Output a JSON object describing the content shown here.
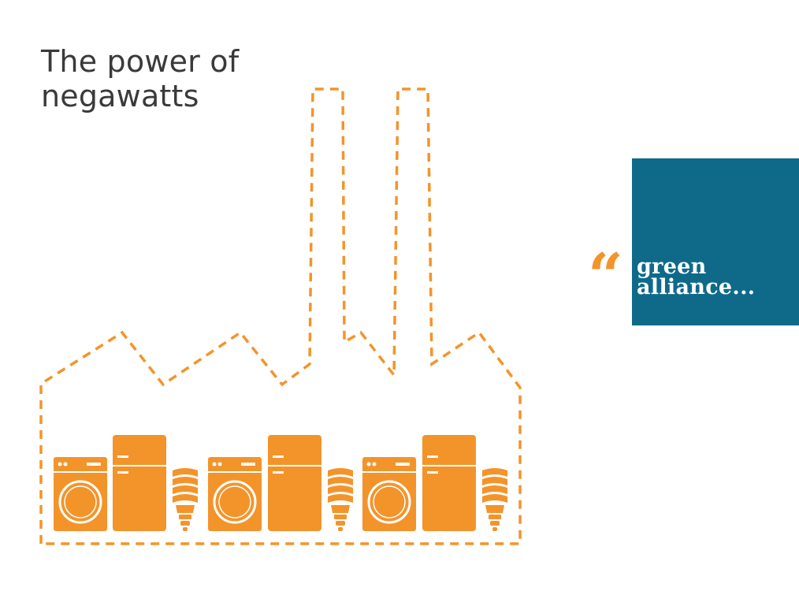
{
  "title": {
    "line1": "The power of",
    "line2": "negawatts"
  },
  "logo": {
    "quote_mark": "“",
    "line1": "green",
    "line2": "alliance..."
  },
  "colors": {
    "accent_orange": "#f3942b",
    "logo_blue": "#0f6a8a",
    "title_text": "#3a3a3a"
  },
  "icons": [
    "factory-outline-icon",
    "washing-machine-icon",
    "fridge-icon",
    "lightbulb-icon"
  ]
}
